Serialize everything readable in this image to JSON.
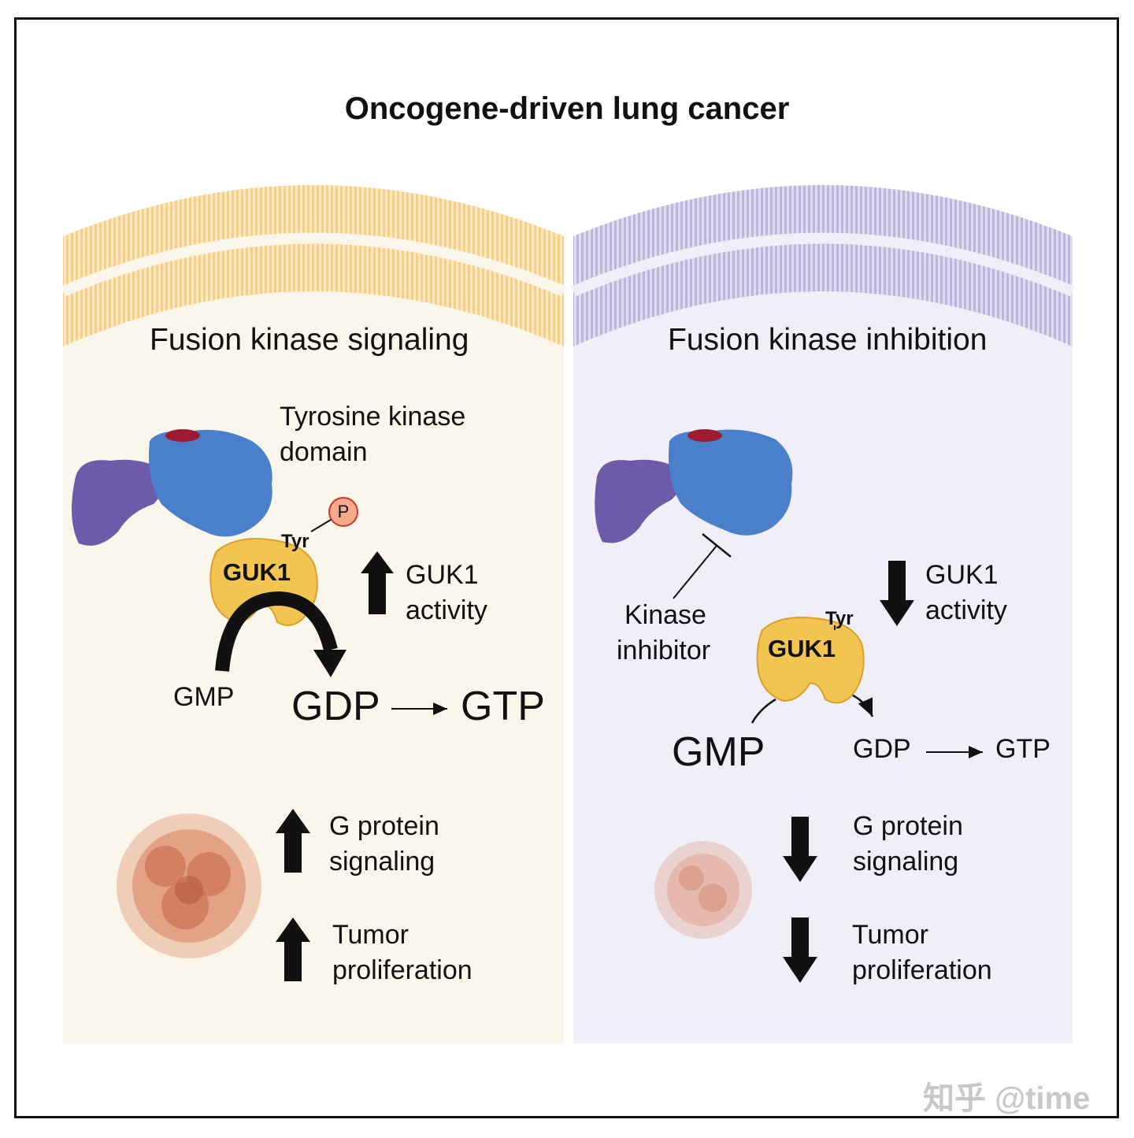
{
  "title": "Oncogene-driven lung cancer",
  "colors": {
    "left_panel_bg": "#fbf6ec",
    "left_membrane": "#f5c77a",
    "right_panel_bg": "#f0eef7",
    "right_membrane": "#b3aad4",
    "kinase_blue": "#4a7fc9",
    "kinase_purple": "#6d5aa8",
    "kinase_red": "#9e1b32",
    "guk1_yellow": "#f2c451",
    "phospho_fill": "#f7a98c",
    "tumor": "#d9805c"
  },
  "left": {
    "heading": "Fusion kinase signaling",
    "domain_label": [
      "Tyrosine kinase",
      "domain"
    ],
    "phospho": "P",
    "tyr": "Tyr",
    "guk1": "GUK1",
    "activity": [
      "GUK1",
      "activity"
    ],
    "gmp": "GMP",
    "gdp": "GDP",
    "gtp": "GTP",
    "gprotein": [
      "G protein",
      "signaling"
    ],
    "tumor": [
      "Tumor",
      "proliferation"
    ]
  },
  "right": {
    "heading": "Fusion kinase inhibition",
    "inhibitor": [
      "Kinase",
      "inhibitor"
    ],
    "tyr": "Tyr",
    "guk1": "GUK1",
    "activity": [
      "GUK1",
      "activity"
    ],
    "gmp": "GMP",
    "gdp": "GDP",
    "gtp": "GTP",
    "gprotein": [
      "G protein",
      "signaling"
    ],
    "tumor": [
      "Tumor",
      "proliferation"
    ]
  },
  "watermark": "知乎 @time"
}
